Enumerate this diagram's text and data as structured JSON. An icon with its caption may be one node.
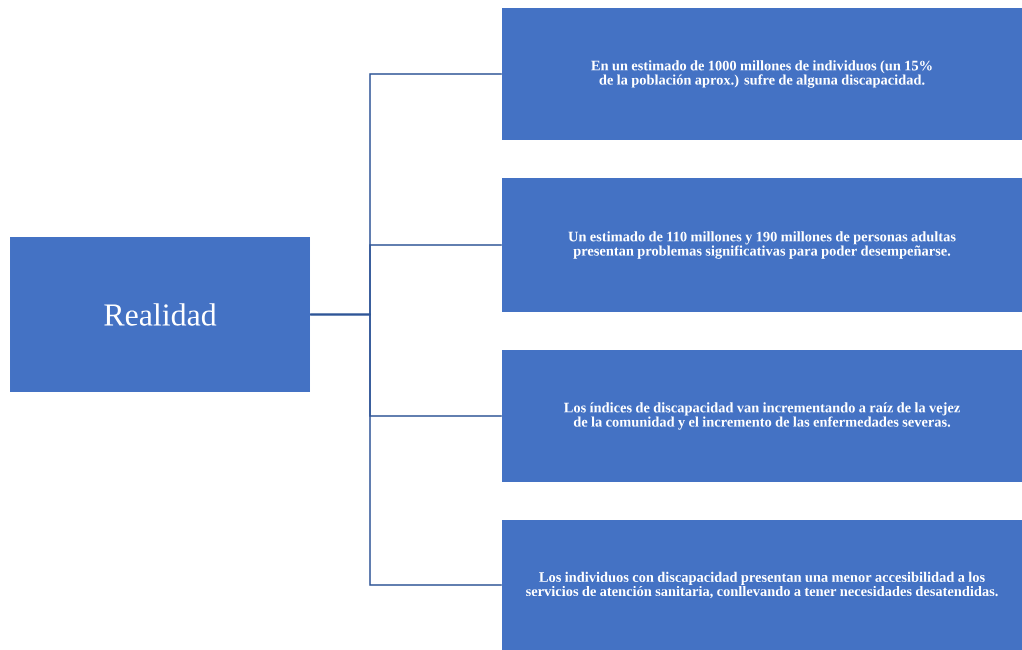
{
  "diagram": {
    "nodes": [
      {
        "text": [
          "Realidad"
        ]
      },
      {
        "text": [
          "En un estimado de 1000 millones de individuos (un 15% de la población aprox.) sufre de alguna discapacidad."
        ]
      },
      {
        "text": [
          "Un estimado de 110 millones y 190 millones de personas adultas presentan problemas significativas para poder desempeñarse."
        ]
      },
      {
        "text": [
          "Los índices de discapacidad van incrementando a raíz de la vejez de la comunidad y el incremento de las enfermedades severas."
        ]
      },
      {
        "text": [
          "Los individuos con discapacidad presentan una menor accesibilidad a los servicios de atención sanitaria, conllevando a tener necesidades desatendidas."
        ]
      }
    ],
    "edges": [
      {
        "from": 0,
        "to": 1,
        "arrow": "none"
      },
      {
        "from": 0,
        "to": 2,
        "arrow": "none"
      },
      {
        "from": 0,
        "to": 3,
        "arrow": "none"
      },
      {
        "from": 0,
        "to": 4,
        "arrow": "none"
      }
    ]
  }
}
